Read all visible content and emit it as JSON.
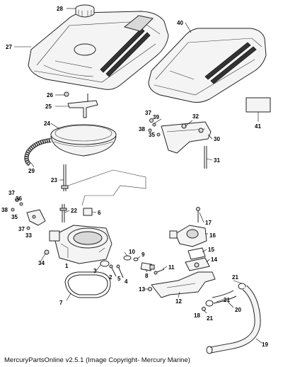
{
  "callouts": {
    "c1": "1",
    "c2": "2",
    "c3": "3",
    "c4": "4",
    "c5": "5",
    "c6": "6",
    "c7": "7",
    "c8": "8",
    "c9": "9",
    "c10": "10",
    "c11": "11",
    "c12": "12",
    "c13": "13",
    "c14": "14",
    "c15": "15",
    "c16": "16",
    "c17": "17",
    "c18": "18",
    "c19": "19",
    "c20": "20",
    "c21": "21",
    "c22": "22",
    "c23": "23",
    "c24": "24",
    "c25": "25",
    "c26": "26",
    "c27": "27",
    "c28": "28",
    "c29": "29",
    "c30": "30",
    "c31": "31",
    "c32": "32",
    "c33": "33",
    "c34": "34",
    "c35": "35",
    "c36": "36",
    "c37": "37",
    "c38": "38",
    "c39": "39",
    "c40": "40",
    "c41": "41"
  },
  "footer": {
    "text": "MercuryPartsOnline v2.5.1 (Image Copyright- Mercury Marine)"
  }
}
